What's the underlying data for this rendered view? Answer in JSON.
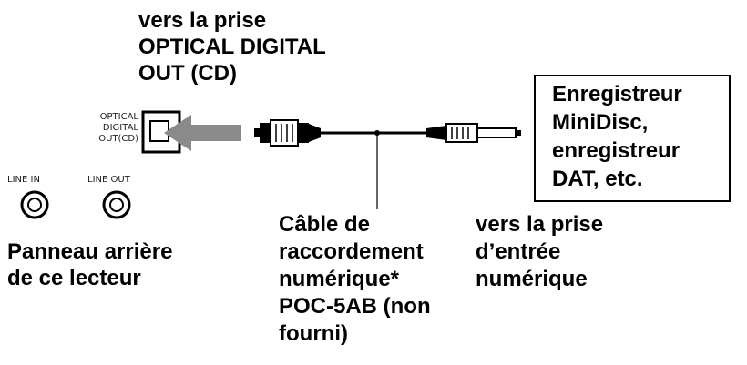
{
  "top_label": [
    "vers la prise",
    "OPTICAL DIGITAL",
    "OUT (CD)"
  ],
  "port_label": [
    "OPTICAL",
    "DIGITAL",
    "OUT(CD)"
  ],
  "line_in": "LINE IN",
  "line_out": "LINE OUT",
  "rear_panel": [
    "Panneau arrière",
    "de ce lecteur"
  ],
  "device_box": [
    "Enregistreur",
    "MiniDisc,",
    "enregistreur",
    "DAT, etc."
  ],
  "cable_label": [
    "Câble de",
    "raccordement",
    "numérique*",
    "POC-5AB (non",
    "fourni)"
  ],
  "input_label": [
    "vers la prise",
    "d’entrée",
    "numérique"
  ]
}
